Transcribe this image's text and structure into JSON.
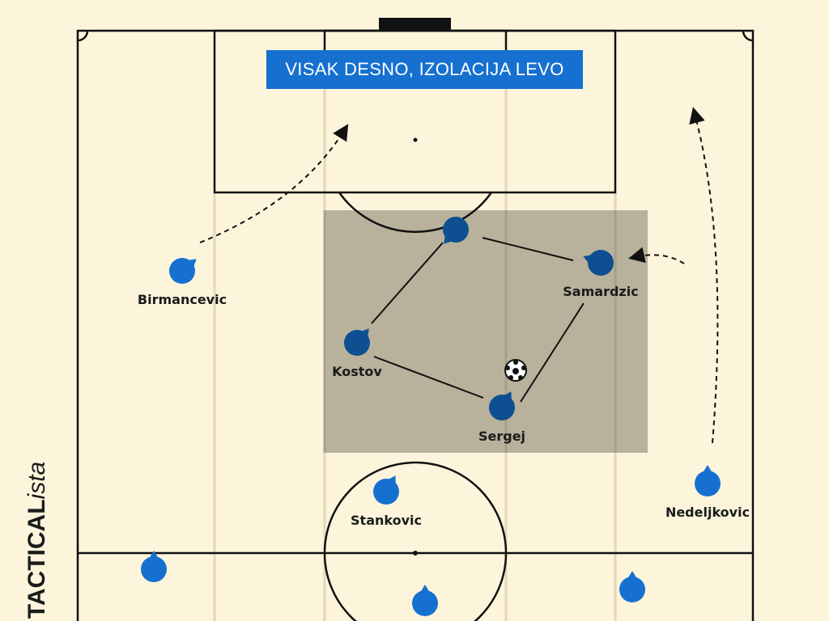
{
  "title": "VISAK DESNO, IZOLACIJA LEVO",
  "logo": {
    "main": "TACTICAL",
    "suffix": "ista"
  },
  "colors": {
    "background": "#fcf5dc",
    "zone": "#b4ad97",
    "player_highlight": "#0d4f91",
    "player": "#1670d0",
    "title_bg": "#1670d0"
  },
  "players": [
    {
      "name": "Birmancevic",
      "highlight": false
    },
    {
      "name": "",
      "highlight": true
    },
    {
      "name": "Samardzic",
      "highlight": true
    },
    {
      "name": "Kostov",
      "highlight": true
    },
    {
      "name": "Sergej",
      "highlight": true
    },
    {
      "name": "Stankovic",
      "highlight": false
    },
    {
      "name": "Nedeljkovic",
      "highlight": false
    },
    {
      "name": "",
      "highlight": false
    },
    {
      "name": "",
      "highlight": false
    },
    {
      "name": "",
      "highlight": false
    }
  ]
}
